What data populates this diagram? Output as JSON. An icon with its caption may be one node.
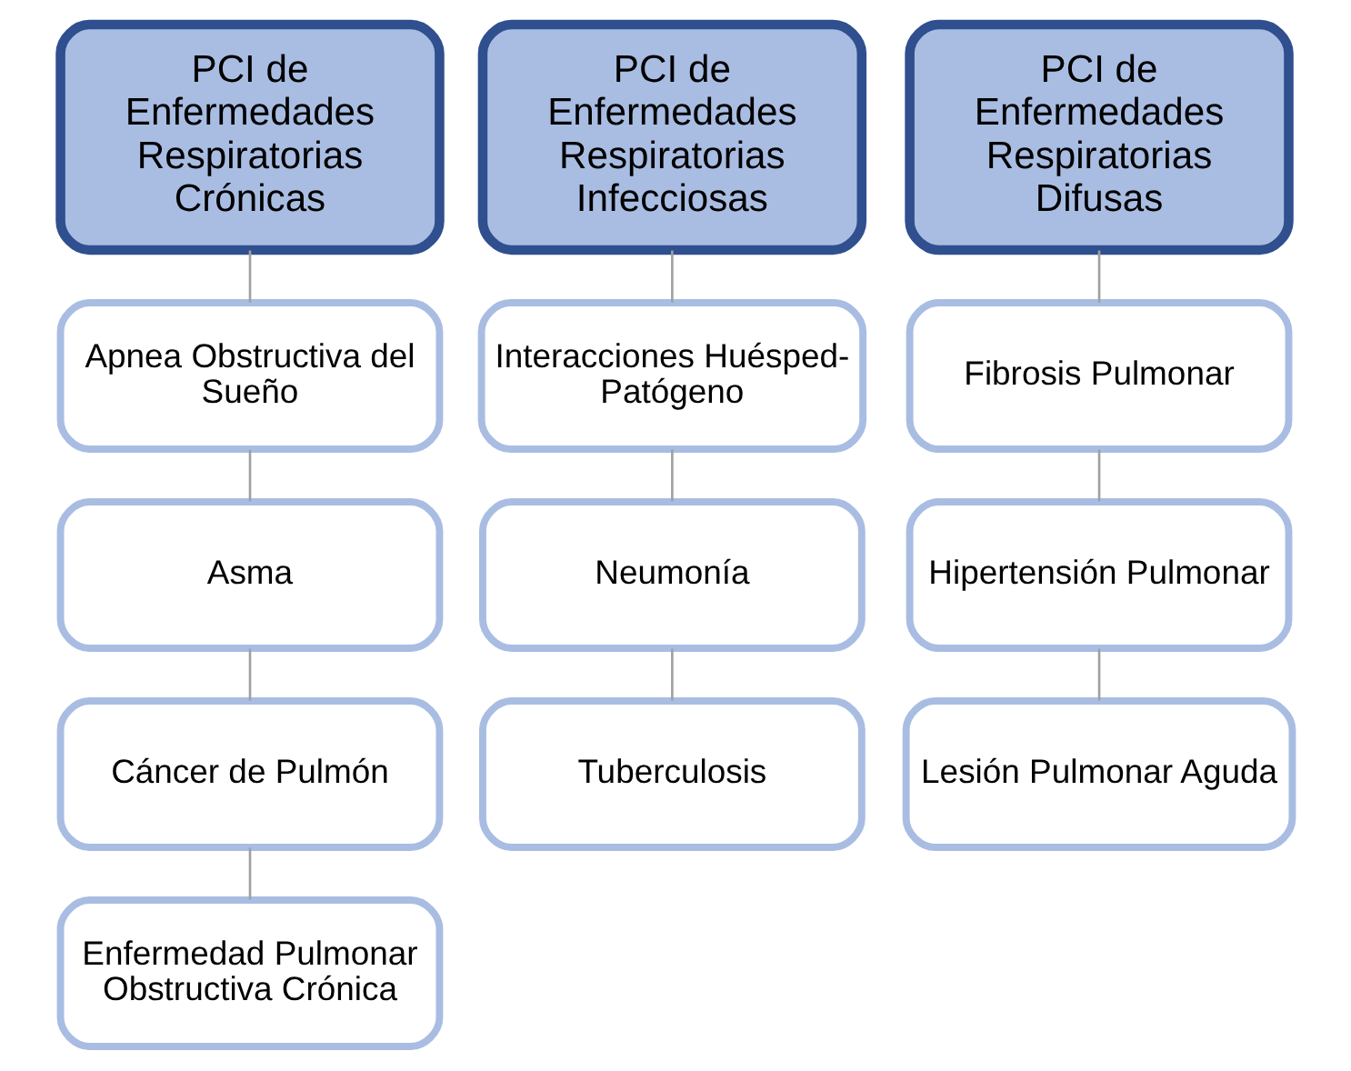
{
  "diagram": {
    "nodes": [
      {
        "text": [
          "PCI de Enfermedades Respiratorias Crónicas"
        ]
      },
      {
        "text": [
          "PCI de Enfermedades Respiratorias Infecciosas"
        ]
      },
      {
        "text": [
          "PCI de Enfermedades Respiratorias Difusas"
        ]
      },
      {
        "text": [
          "Apnea Obstructiva del Sueño"
        ]
      },
      {
        "text": [
          "Interacciones Huésped-Patógeno"
        ]
      },
      {
        "text": [
          "Fibrosis Pulmonar"
        ]
      },
      {
        "text": [
          "Asma"
        ]
      },
      {
        "text": [
          "Neumonía"
        ]
      },
      {
        "text": [
          "Hipertensión Pulmonar"
        ]
      },
      {
        "text": [
          "Cáncer de Pulmón"
        ]
      },
      {
        "text": [
          "Tuberculosis"
        ]
      },
      {
        "text": [
          "Lesión Pulmonar Aguda"
        ]
      },
      {
        "text": [
          "Enfermedad Pulmonar Obstructiva Crónica"
        ]
      }
    ],
    "edges": [
      {
        "from": 0,
        "to": 3,
        "arrow": "none"
      },
      {
        "from": 3,
        "to": 6,
        "arrow": "none"
      },
      {
        "from": 6,
        "to": 9,
        "arrow": "none"
      },
      {
        "from": 9,
        "to": 12,
        "arrow": "none"
      },
      {
        "from": 1,
        "to": 4,
        "arrow": "none"
      },
      {
        "from": 4,
        "to": 7,
        "arrow": "none"
      },
      {
        "from": 7,
        "to": 10,
        "arrow": "none"
      },
      {
        "from": 2,
        "to": 5,
        "arrow": "none"
      },
      {
        "from": 5,
        "to": 8,
        "arrow": "none"
      },
      {
        "from": 8,
        "to": 11,
        "arrow": "none"
      }
    ]
  }
}
